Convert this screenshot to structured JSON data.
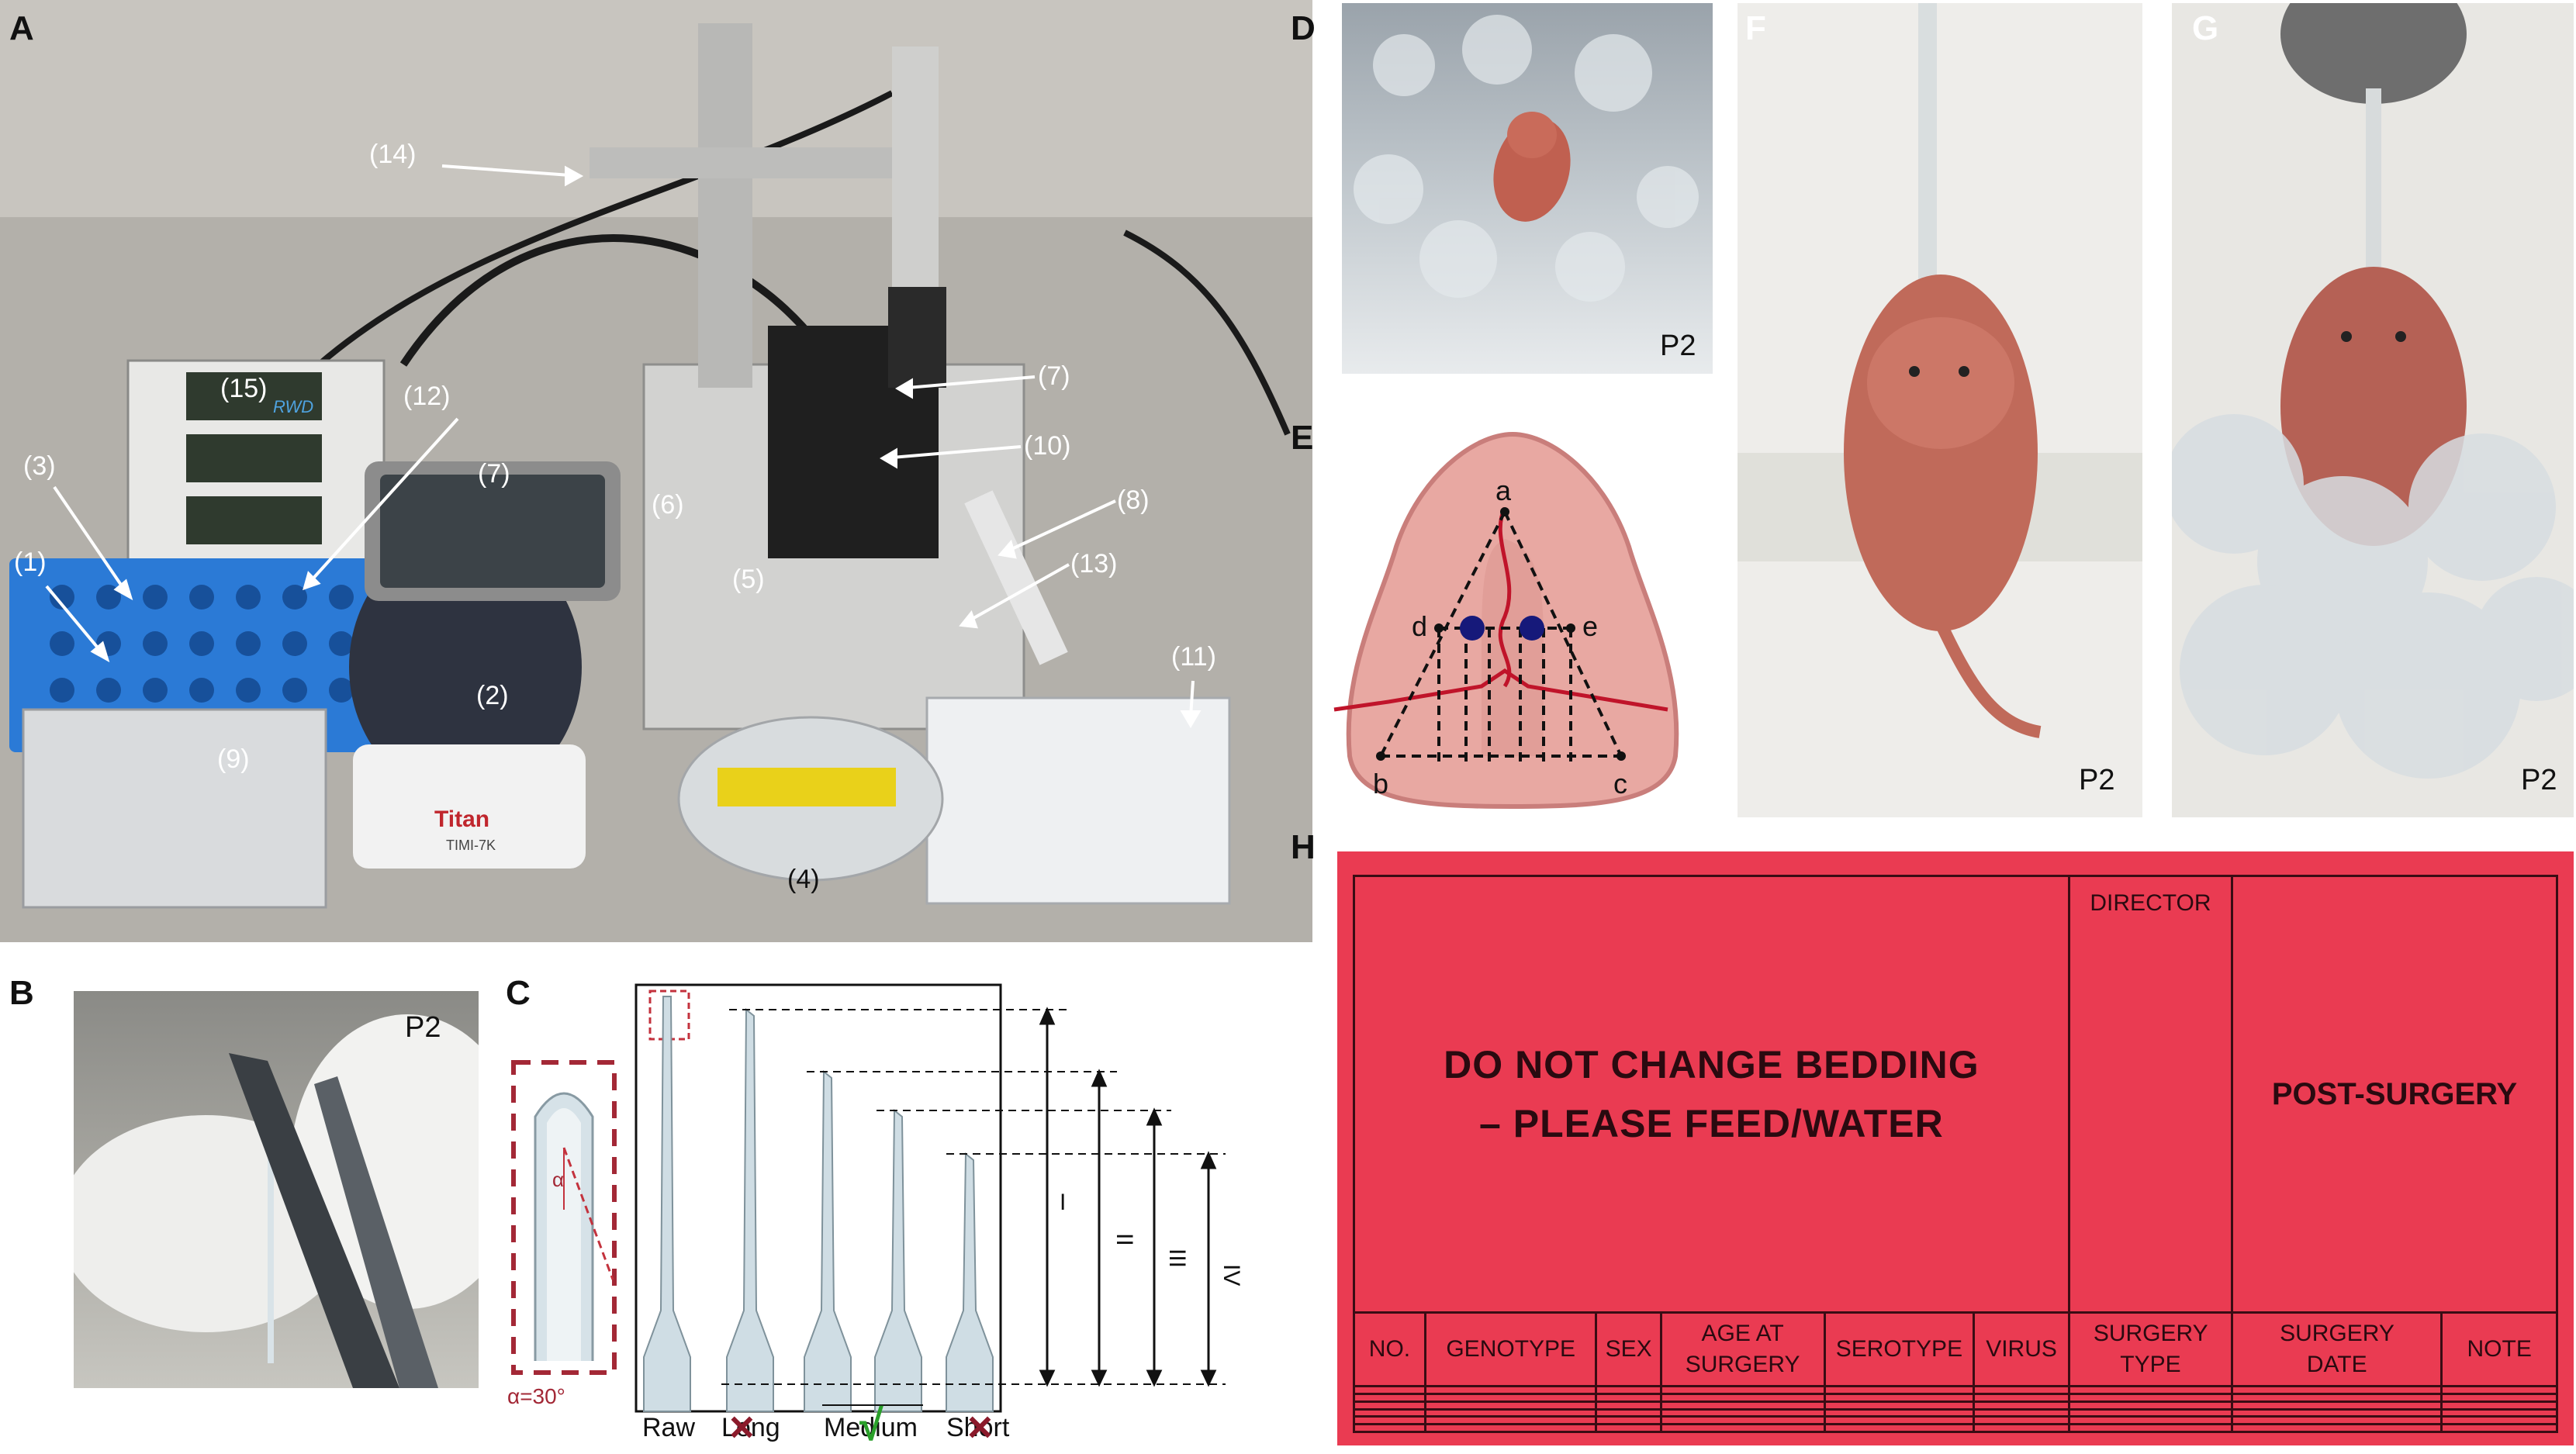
{
  "panels": {
    "a": "A",
    "b": "B",
    "c": "C",
    "d": "D",
    "e": "E",
    "f": "F",
    "g": "G",
    "h": "H"
  },
  "panel_a": {
    "callouts": [
      "(1)",
      "(2)",
      "(3)",
      "(4)",
      "(5)",
      "(6)",
      "(7)",
      "(7)",
      "(8)",
      "(9)",
      "(10)",
      "(11)",
      "(12)",
      "(13)",
      "(14)",
      "(15)"
    ],
    "device_brand": "RWD",
    "centrifuge_brand": "Titan",
    "centrifuge_model": "TIMI-7K"
  },
  "age_label": "P2",
  "panel_c": {
    "inset_angle": "α",
    "angle_caption": "α=30°",
    "levels": [
      "I",
      "II",
      "III",
      "IV"
    ],
    "pipettes": [
      "Raw",
      "Long",
      "Medium",
      "Short"
    ],
    "marks": [
      "×",
      "√",
      "×"
    ],
    "colors": {
      "bad": "#8b1a2b",
      "good": "#2aa02a"
    }
  },
  "panel_e": {
    "points": [
      "a",
      "b",
      "c",
      "d",
      "e"
    ]
  },
  "card": {
    "title_line1": "DO NOT CHANGE BEDDING",
    "title_line2": "– PLEASE FEED/WATER",
    "director": "DIRECTOR",
    "post_surgery": "POST-SURGERY",
    "columns": [
      "NO.",
      "GENOTYPE",
      "SEX",
      "AGE AT SURGERY",
      "SEROTYPE",
      "VIRUS",
      "SURGERY TYPE",
      "SURGERY DATE",
      "NOTE"
    ],
    "color": "#ea3b52"
  }
}
